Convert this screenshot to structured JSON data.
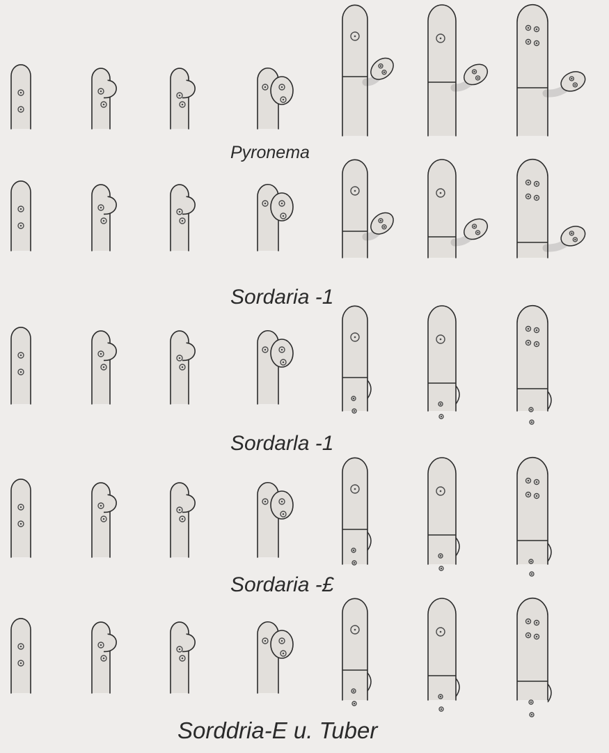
{
  "figure": {
    "rows": [
      {
        "id": "pyronema",
        "caption": "Pyronema"
      },
      {
        "id": "sordaria-1a",
        "caption": "Sordaria -1"
      },
      {
        "id": "sordaria-1b",
        "caption": "Sordarla  -1"
      },
      {
        "id": "sordaria-2",
        "caption": "Sordaria -£"
      },
      {
        "id": "sordaria-tuber",
        "caption": "Sorddria-E u. Tuber"
      }
    ]
  },
  "colors": {
    "background": "#efedeb",
    "ink": "#2b2b2b",
    "cell_fill": "#e2dfdb",
    "nucleus": "#4a4a4a"
  }
}
